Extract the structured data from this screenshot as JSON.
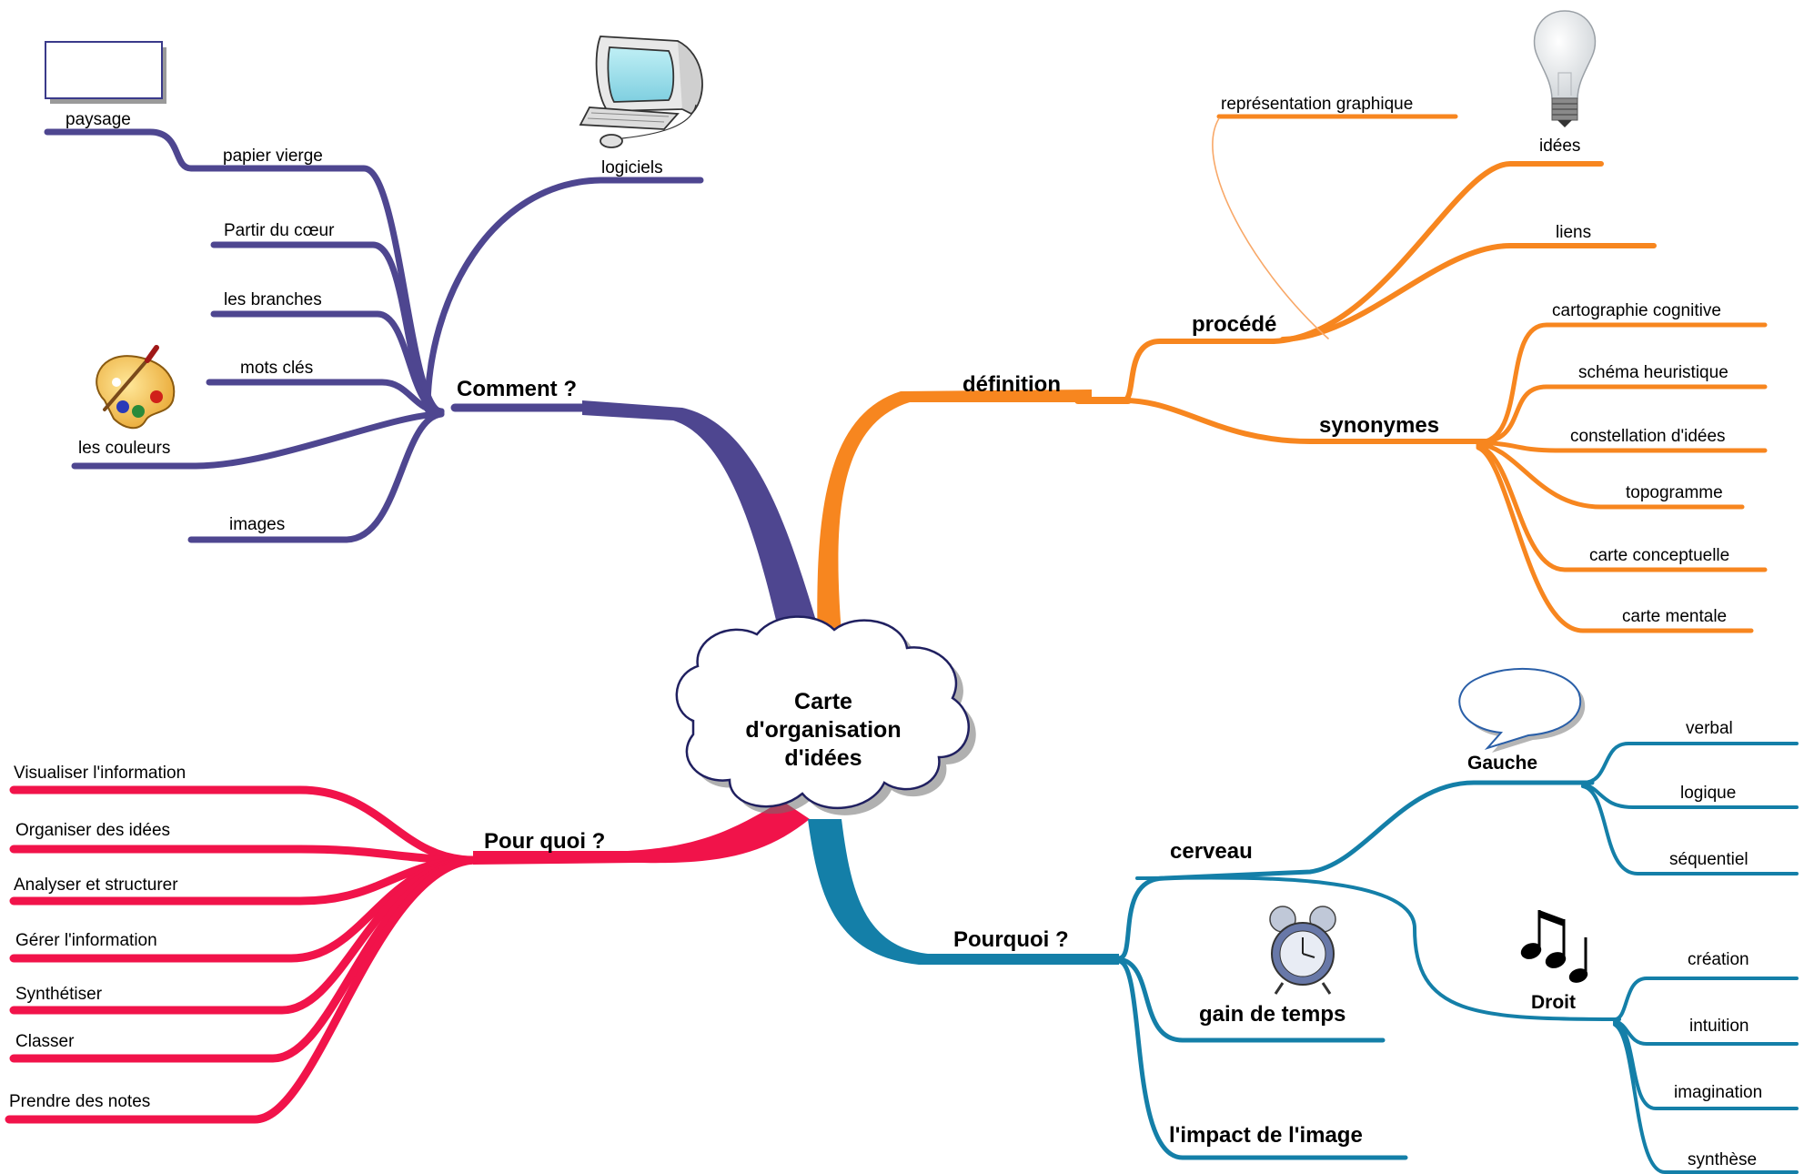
{
  "center": {
    "line1": "Carte",
    "line2": "d'organisation",
    "line3": "d'idées"
  },
  "colors": {
    "comment": "#4e4690",
    "definition": "#f7861f",
    "pourquoi": "#147fa8",
    "pourquoi_faire": "#f1134a"
  },
  "comment": {
    "title": "Comment ?",
    "paysage": "paysage",
    "papier": "papier vierge",
    "coeur": "Partir du cœur",
    "branches": "les branches",
    "mots": "mots clés",
    "couleurs": "les couleurs",
    "images": "images",
    "logiciels": "logiciels"
  },
  "definition": {
    "title": "définition",
    "procede": "procédé",
    "representation": "représentation graphique",
    "idees": "idées",
    "liens": "liens",
    "synonymes": "synonymes",
    "syn": [
      "cartographie cognitive",
      "schéma heuristique",
      "constellation d'idées",
      "topogramme",
      "carte conceptuelle",
      "carte mentale"
    ]
  },
  "pourquoi_faire": {
    "title": "Pour quoi ?",
    "items": [
      "Visualiser l'information",
      "Organiser des idées",
      "Analyser et structurer",
      "Gérer l'information",
      "Synthétiser",
      "Classer",
      "Prendre des notes"
    ]
  },
  "pourquoi": {
    "title": "Pourquoi ?",
    "cerveau": "cerveau",
    "gauche": "Gauche",
    "gauche_items": [
      "verbal",
      "logique",
      "séquentiel"
    ],
    "droit": "Droit",
    "droit_items": [
      "création",
      "intuition",
      "imagination",
      "synthèse"
    ],
    "gain": "gain de temps",
    "impact": "l'impact de l'image"
  },
  "icons": [
    "blank-paper-icon",
    "computer-icon",
    "palette-icon",
    "lightbulb-icon",
    "speech-bubble-icon",
    "alarm-clock-icon",
    "music-notes-icon"
  ]
}
